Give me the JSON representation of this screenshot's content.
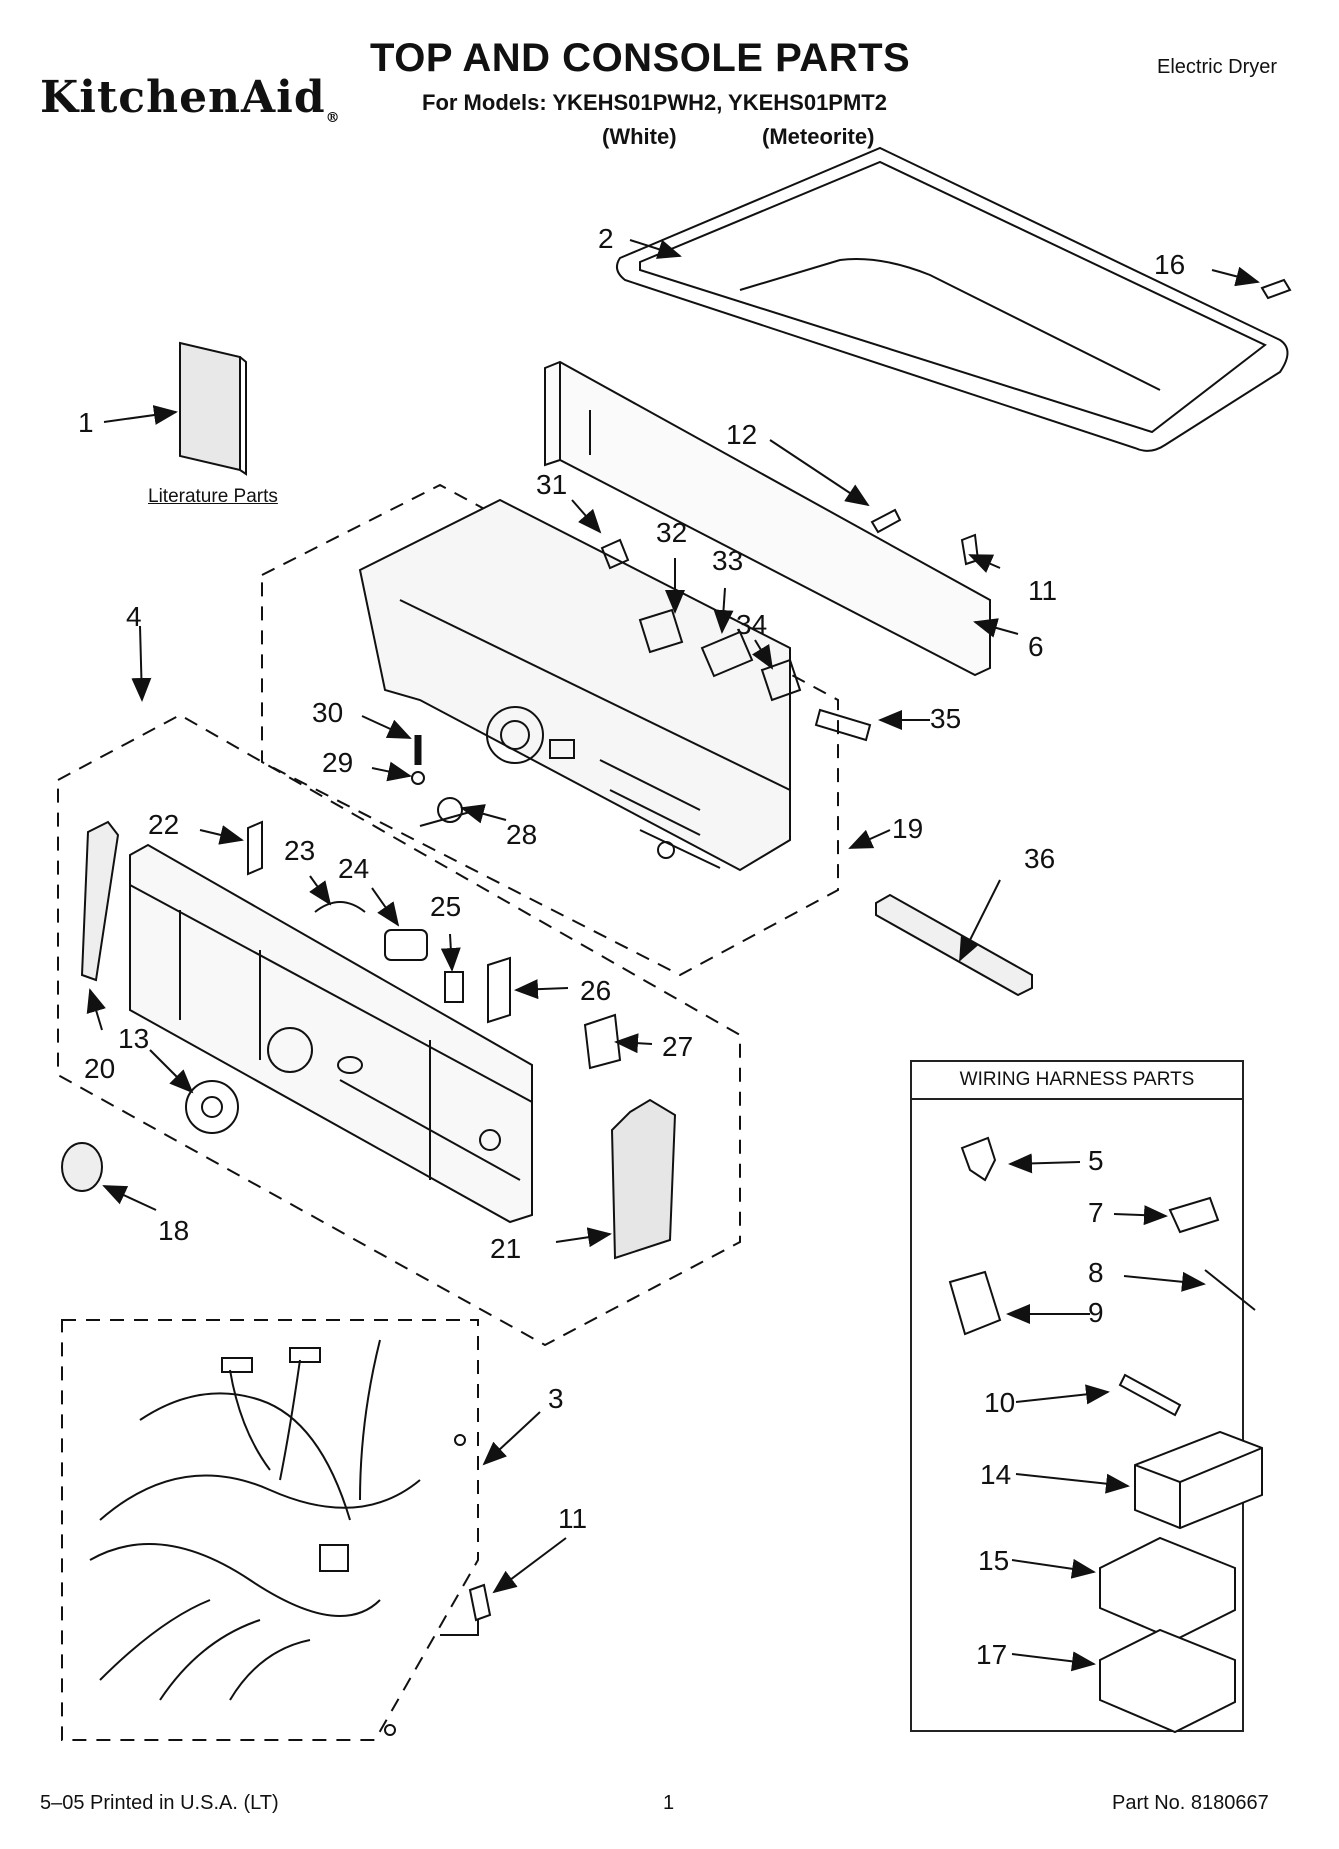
{
  "header": {
    "brand": "KitchenAid",
    "title": "TOP AND CONSOLE PARTS",
    "models": "For Models: YKEHS01PWH2, YKEHS01PMT2",
    "color_white": "(White)",
    "color_meteorite": "(Meteorite)",
    "product_type": "Electric Dryer"
  },
  "sections": {
    "literature": "Literature Parts",
    "wiring_harness": "WIRING HARNESS PARTS"
  },
  "footer": {
    "printed": "5–05 Printed in U.S.A. (LT)",
    "page": "1",
    "part_no": "Part No. 8180667"
  },
  "callouts": {
    "c1": "1",
    "c2": "2",
    "c3": "3",
    "c4": "4",
    "c5": "5",
    "c6": "6",
    "c7": "7",
    "c8": "8",
    "c9": "9",
    "c10": "10",
    "c11a": "11",
    "c11b": "11",
    "c12": "12",
    "c13": "13",
    "c14": "14",
    "c15": "15",
    "c16": "16",
    "c17": "17",
    "c18": "18",
    "c19": "19",
    "c20": "20",
    "c21": "21",
    "c22": "22",
    "c23": "23",
    "c24": "24",
    "c25": "25",
    "c26": "26",
    "c27": "27",
    "c28": "28",
    "c29": "29",
    "c30": "30",
    "c31": "31",
    "c32": "32",
    "c33": "33",
    "c34": "34",
    "c35": "35",
    "c36": "36"
  }
}
